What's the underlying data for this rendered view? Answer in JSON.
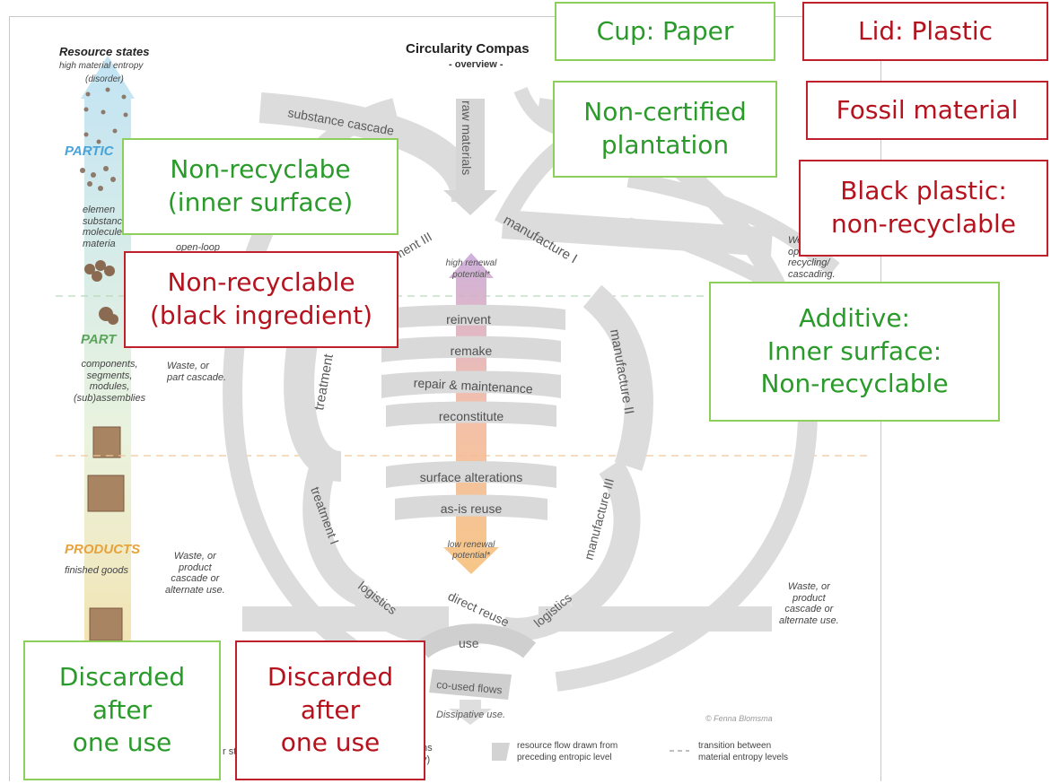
{
  "diagram": {
    "title": "Circularity Compas",
    "subtitle": "- overview -",
    "resource_states": {
      "heading": "Resource states",
      "line1": "high material entropy",
      "line2": "(disorder)"
    },
    "levels": {
      "particles": {
        "label": "PARTIC",
        "desc": [
          "elemen",
          "substanc",
          "molecule",
          "materia"
        ]
      },
      "parts": {
        "label": "PART",
        "desc": [
          "components,",
          "segments,",
          "modules,",
          "(sub)assemblies"
        ]
      },
      "products": {
        "label": "PRODUCTS",
        "desc": "finished goods"
      }
    },
    "cascades": {
      "open_loop": "open-loop",
      "part_cascade_1": "Waste, or",
      "part_cascade_2": "part cascade.",
      "product_cascade_left": [
        "Waste, or",
        "product",
        "cascade or",
        "alternate use."
      ],
      "product_cascade_right": [
        "Waste, or",
        "product",
        "cascade or",
        "alternate use."
      ],
      "right_top": [
        "We",
        "ope",
        "recycling/",
        "cascading."
      ]
    },
    "flow_labels": {
      "substance_cascade": "substance cascade",
      "raw_materials": "raw materials",
      "manufacture_1": "manufacture I",
      "manufacture_2": "manufacture II",
      "manufacture_3": "manufacture III",
      "treatment_1": "treatment I",
      "treatment_2": "treatment",
      "treatment_3": "ment III",
      "logistics_left": "logistics",
      "logistics_right": "logistics",
      "direct_reuse": "direct reuse",
      "use": "use",
      "co_used": "co-used flows",
      "dissipative": "Dissipative use."
    },
    "center_steps": [
      "reinvent",
      "remake",
      "repair & maintenance",
      "reconstitute",
      "surface alterations",
      "as-is reuse"
    ],
    "renewal": {
      "high": [
        "high renewal",
        "potential*"
      ],
      "low": [
        "low renewal",
        "potential*"
      ]
    },
    "legend": {
      "flow_desc": [
        "resource flow drawn from",
        "preceding entropic level"
      ],
      "transition_desc": [
        "transition between",
        "material entropy levels"
      ],
      "frag_left": "r st",
      "frag_mid": [
        "ns",
        "y)"
      ]
    },
    "credit": "© Fenna Blomsma"
  },
  "annotations": {
    "cup": "Cup: Paper",
    "lid": "Lid: Plastic",
    "plantation": "Non-certified\nplantation",
    "fossil": "Fossil material",
    "inner_surface": "Non-recyclabe\n(inner surface)",
    "black_plastic": "Black plastic:\nnon-recyclable",
    "black_ingredient": "Non-recyclable\n(black ingredient)",
    "additive": "Additive:\nInner surface:\nNon-recyclable",
    "discarded_green": "Discarded\nafter\none use",
    "discarded_red": "Discarded\nafter\none use"
  },
  "colors": {
    "green_border": "#8ccf5a",
    "green_text": "#2a9b2a",
    "red_border": "#c0202c",
    "red_text": "#b5121e",
    "flow_grey": "#dcdcdc",
    "particles_blue": "#4aa3d8",
    "parts_green": "#5aa55a",
    "products_orange": "#e8a23a"
  }
}
